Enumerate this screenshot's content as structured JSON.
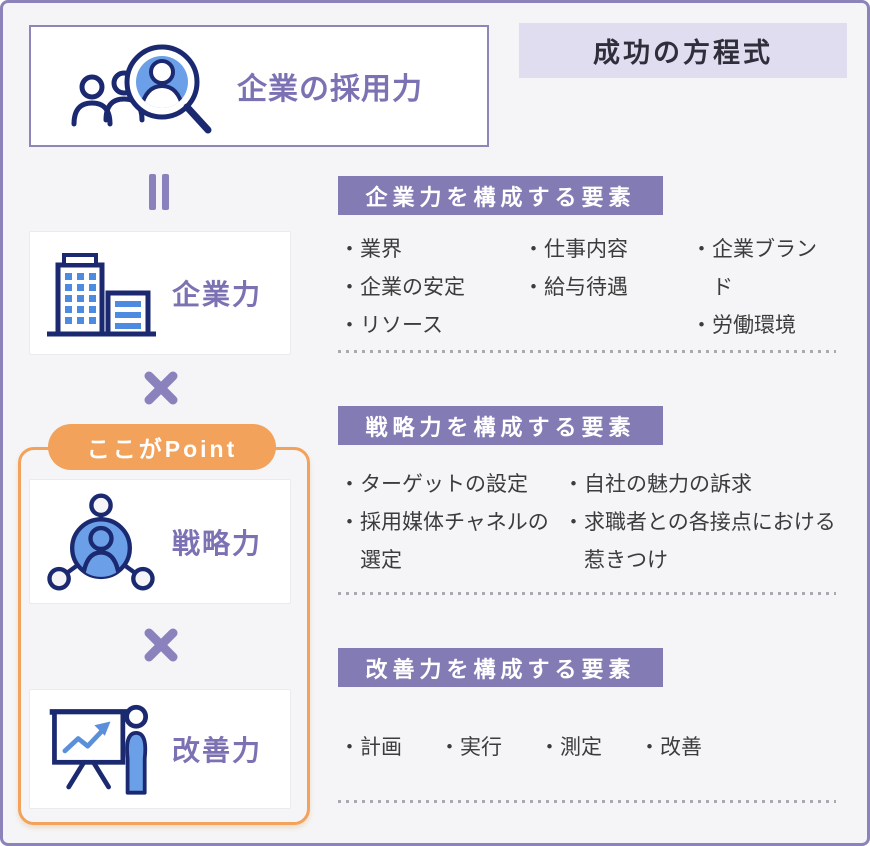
{
  "header": {
    "title": "企業の採用力",
    "formula_badge": "成功の方程式"
  },
  "left": {
    "point_badge": "ここがPoint",
    "factors": [
      {
        "label": "企業力",
        "icon": "building-icon"
      },
      {
        "label": "戦略力",
        "icon": "network-people-icon"
      },
      {
        "label": "改善力",
        "icon": "presentation-growth-icon"
      }
    ],
    "operators": [
      "equals-icon",
      "multiply-icon",
      "multiply-icon"
    ]
  },
  "bullet": "・",
  "sections": [
    {
      "title": "企業力を構成する要素",
      "columns": [
        [
          "業界",
          "企業の安定",
          "リソース"
        ],
        [
          "仕事内容",
          "給与待遇"
        ],
        [
          "企業ブランド",
          "労働環境"
        ]
      ]
    },
    {
      "title": "戦略力を構成する要素",
      "columns": [
        [
          "ターゲットの設定",
          "採用媒体チャネルの選定"
        ],
        [
          "自社の魅力の訴求",
          "求職者との各接点における惹きつけ"
        ]
      ]
    },
    {
      "title": "改善力を構成する要素",
      "columns": [
        [
          "計画"
        ],
        [
          "実行"
        ],
        [
          "測定"
        ],
        [
          "改善"
        ]
      ]
    }
  ],
  "colors": {
    "frame_border": "#8b83ba",
    "background": "#f5f5f7",
    "header_bar_purple": "#837bb4",
    "lavender": "#e0ddf0",
    "label_purple": "#7b72b4",
    "operator_purple": "#8a82bc",
    "point_orange": "#f2a25a",
    "icon_navy": "#1b2a70",
    "icon_blue": "#6ba0e8",
    "window_blue": "#4d8be0",
    "body_text": "#3c3c3c"
  }
}
